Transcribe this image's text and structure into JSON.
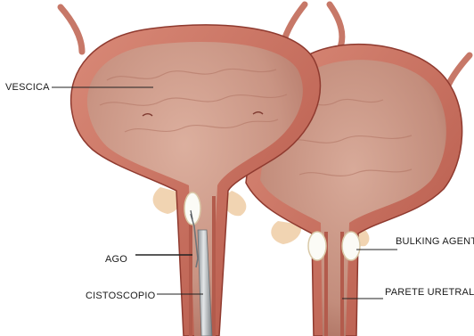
{
  "labels": {
    "vescica": "VESCICA",
    "ago": "AGO",
    "cistoscopio": "CISTOSCOPIO",
    "bulking_agent": "BULKING AGENT",
    "parete_uretrale": "PARETE URETRALE"
  },
  "colors": {
    "muscle_wall": "#c86a5c",
    "muscle_dark": "#9c3f35",
    "lumen": "#e2b8a8",
    "lumen_shade": "#c98e7d",
    "fat": "#f3d8b6",
    "bulking": "#fbfbf6",
    "instrument": "#bfc3c6",
    "needle": "#6f7478",
    "leader": "#222222"
  }
}
